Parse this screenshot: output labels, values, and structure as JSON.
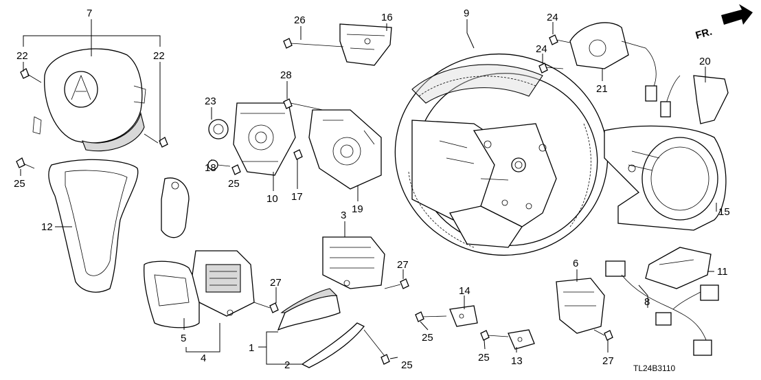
{
  "callouts": [
    "7",
    "22",
    "22",
    "26",
    "16",
    "9",
    "24",
    "24",
    "20",
    "21",
    "28",
    "23",
    "25",
    "18",
    "10",
    "25",
    "17",
    "19",
    "15",
    "12",
    "3",
    "27",
    "27",
    "6",
    "11",
    "8",
    "14",
    "5",
    "4",
    "1",
    "2",
    "25",
    "25",
    "13",
    "25",
    "27"
  ],
  "direction_label": "FR.",
  "diagram_code": "TL24B3110"
}
